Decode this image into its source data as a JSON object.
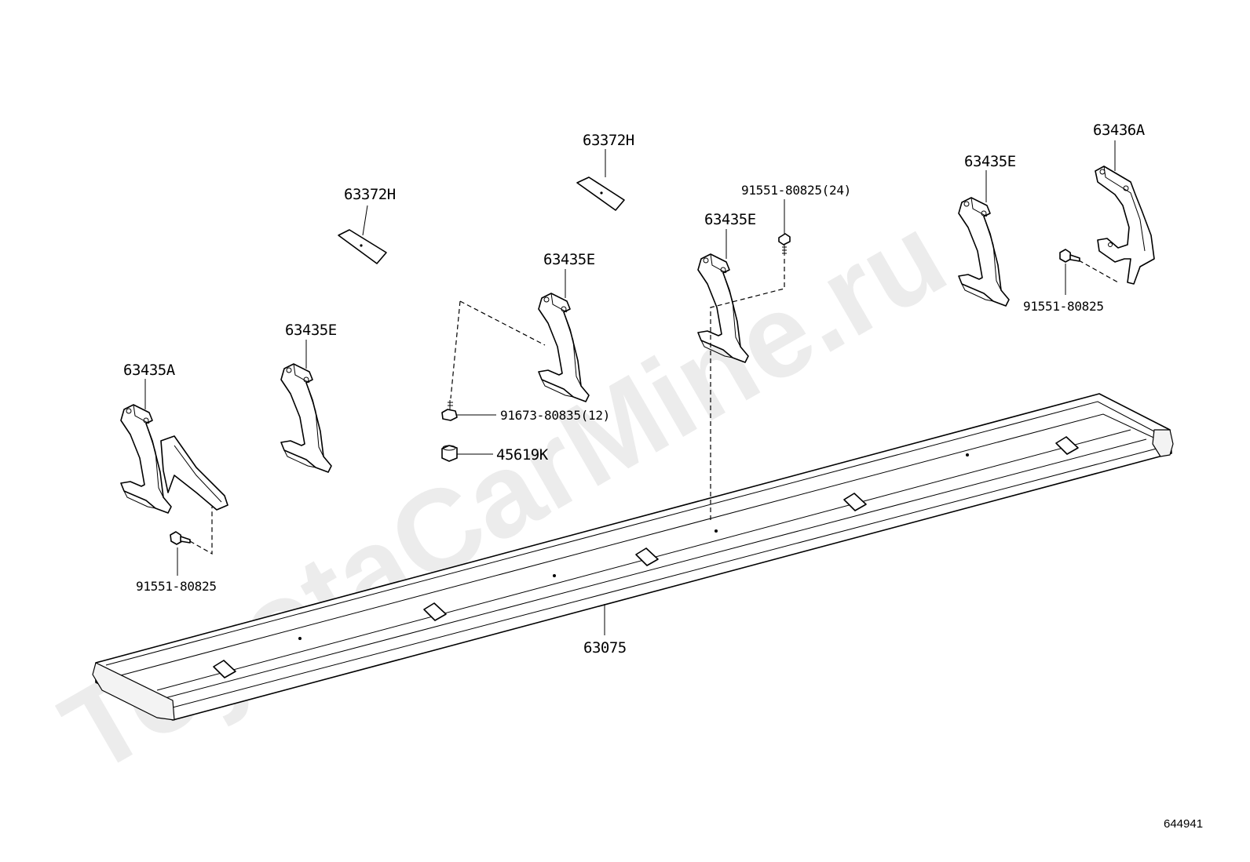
{
  "watermark": "ToyotaCarMine.ru",
  "diagram_number": "644941",
  "labels": {
    "step_board": "63075",
    "bracket_front": "63435A",
    "bracket_1": "63435E",
    "bracket_2": "63435E",
    "bracket_3": "63435E",
    "bracket_4": "63435E",
    "bracket_rear": "63436A",
    "pad_1": "63372H",
    "pad_2": "63372H",
    "bolt_top": "91551-80825(24)",
    "bolt_front": "91551-80825",
    "bolt_rear": "91551-80825",
    "bolt_mid": "91673-80835(12)",
    "nut": "45619K"
  }
}
